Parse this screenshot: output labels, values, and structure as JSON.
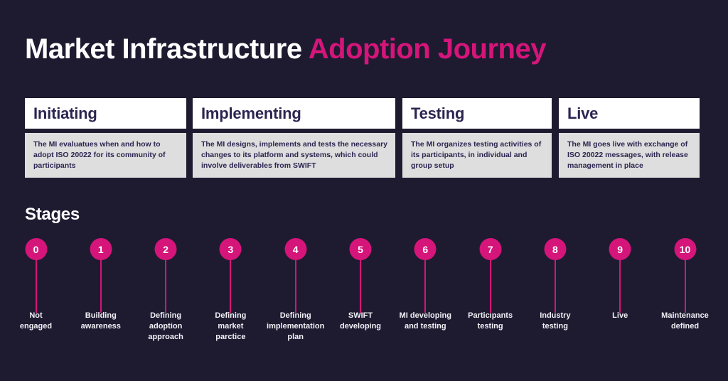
{
  "colors": {
    "background": "#1e1b31",
    "accent_pink": "#d5157a",
    "header_box": "#ffffff",
    "desc_box": "#dedede",
    "dark_text": "#2b2550",
    "light_text": "#ffffff"
  },
  "title": {
    "part1": "Market Infrastructure ",
    "part2": "Adoption Journey"
  },
  "phases": [
    {
      "label": "Initiating",
      "description": "The MI evaluatues when and how to adopt ISO 20022 for its community of participants"
    },
    {
      "label": "Implementing",
      "description": "The MI designs, implements and tests the necessary changes to its platform and systems, which could involve deliverables from SWIFT"
    },
    {
      "label": "Testing",
      "description": "The MI organizes testing activities of its participants, in individual and group setup"
    },
    {
      "label": "Live",
      "description": "The MI goes live with exchange of ISO 20022 messages, with release management in place"
    }
  ],
  "stages_section": {
    "heading": "Stages"
  },
  "stages": [
    {
      "number": "0",
      "label": "Not\nengaged"
    },
    {
      "number": "1",
      "label": "Building\nawareness"
    },
    {
      "number": "2",
      "label": "Defining\nadoption\napproach"
    },
    {
      "number": "3",
      "label": "Defining\nmarket\nparctice"
    },
    {
      "number": "4",
      "label": "Defining\nimplementation\nplan"
    },
    {
      "number": "5",
      "label": "SWIFT\ndeveloping"
    },
    {
      "number": "6",
      "label": "MI developing\nand testing"
    },
    {
      "number": "7",
      "label": "Participants\ntesting"
    },
    {
      "number": "8",
      "label": "Industry\ntesting"
    },
    {
      "number": "9",
      "label": "Live"
    },
    {
      "number": "10",
      "label": "Maintenance\ndefined"
    }
  ]
}
